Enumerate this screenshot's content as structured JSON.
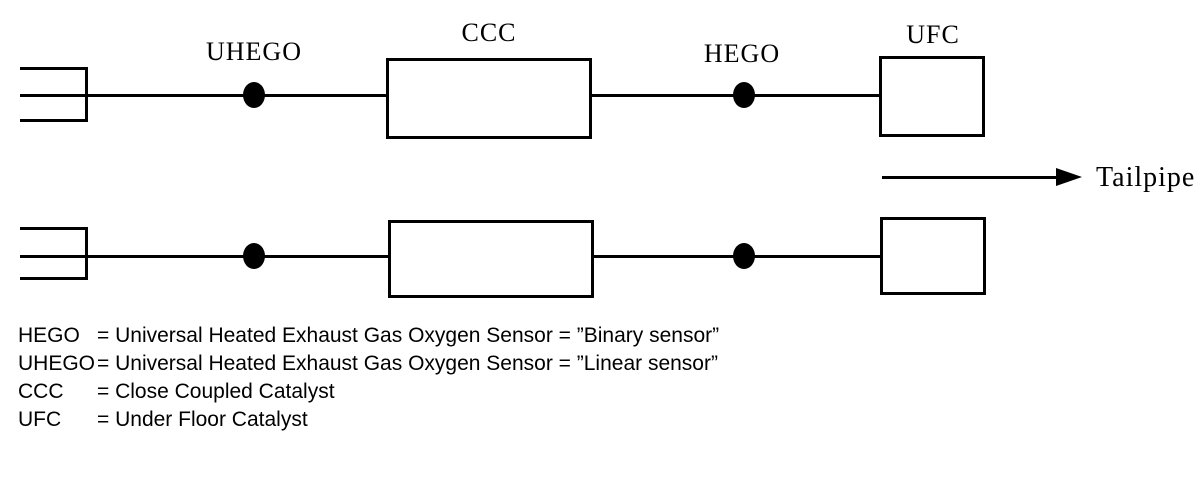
{
  "diagram": {
    "labels": {
      "uhego": "UHEGO",
      "ccc": "CCC",
      "hego": "HEGO",
      "ufc": "UFC",
      "tailpipe": "Tailpipe"
    }
  },
  "legend": {
    "items": [
      {
        "term": "HEGO",
        "definition": "= Universal Heated Exhaust Gas Oxygen Sensor = ”Binary sensor”"
      },
      {
        "term": "UHEGO",
        "definition": "= Universal Heated Exhaust Gas Oxygen Sensor = ”Linear sensor”"
      },
      {
        "term": "CCC",
        "definition": "= Close Coupled Catalyst"
      },
      {
        "term": "UFC",
        "definition": "= Under Floor Catalyst"
      }
    ]
  },
  "colors": {
    "ink": "#000000",
    "paper": "#ffffff"
  }
}
